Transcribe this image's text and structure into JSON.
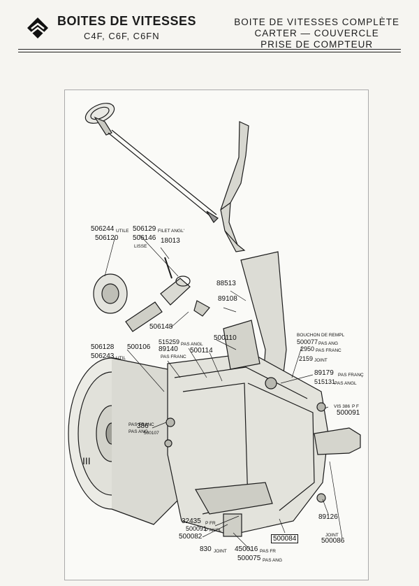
{
  "header": {
    "title": "BOITES DE VITESSES",
    "models": "C4F, C6F, C6FN",
    "right_line1": "BOITE DE VITESSES COMPLÈTE",
    "right_line2": "CARTER — COUVERCLE",
    "right_line3": "PRISE DE COMPTEUR"
  },
  "labels": {
    "l506244": "506244",
    "utile": "UTILE",
    "l506129": "506129",
    "filet_angl": "FILET ANGL'",
    "l506120": "506120",
    "l506146": "506146",
    "lisse": "LISSE",
    "l18013": "18013",
    "l88513": "88513",
    "l89108": "89108",
    "bouchon": "BOUCHON DE REMPL",
    "l500077": "500077",
    "pas_ang": "PAS ANG",
    "l2950": "2950",
    "pas_franc": "PAS FRANC",
    "l2159": "2159",
    "joint": "JOINT",
    "l506148": "506148",
    "l500110": "500110",
    "l515259": "515259",
    "pas_angl": "PAS ANGL",
    "l506128": "506128",
    "l500106": "500106",
    "l89140": "89140",
    "pas_franc2": "PAS FRANC",
    "l500114": "500114",
    "l506243": "506243",
    "util": "UTIL",
    "l89179": "89179",
    "pas_franc3": "PAS FRANÇ",
    "l515131": "515131",
    "pas_angl2": "PAS ANGL",
    "vis386": "VIS 386",
    "pf": "P F",
    "l500091": "500091",
    "pas_franc4": "PAS FRANC",
    "l386": "386",
    "pas_ang2": "PAS ANG",
    "l500107": "500107",
    "l32435": "32435",
    "pfr": "P FR",
    "l500091b": "500091",
    "pangl": "P ANGL",
    "l500082": "500082",
    "l89126": "89126",
    "joint2": "JOINT",
    "l500086": "500086",
    "l500084": "500084",
    "l830": "830",
    "joint3": "JOINT",
    "l450016": "450016",
    "pasfr": "PAS FR",
    "l500075": "500075",
    "pasang3": "PAS ANG",
    "roman": "III"
  }
}
